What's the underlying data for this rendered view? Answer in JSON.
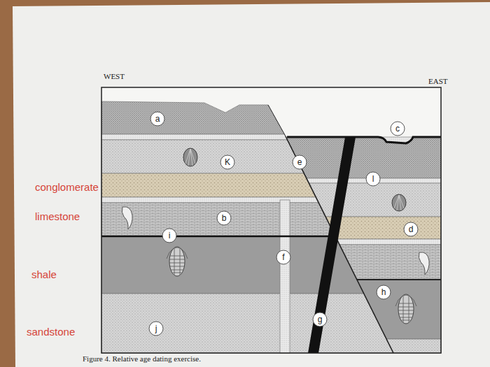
{
  "diagram": {
    "caption": "Figure 4. Relative age dating exercise.",
    "nodes": [
      {
        "text": [
          "a"
        ]
      },
      {
        "text": [
          "c"
        ]
      },
      {
        "text": [
          "K"
        ]
      },
      {
        "text": [
          "e"
        ]
      },
      {
        "text": [
          "l"
        ]
      },
      {
        "text": [
          "b"
        ]
      },
      {
        "text": [
          "d"
        ]
      },
      {
        "text": [
          "i"
        ]
      },
      {
        "text": [
          "f"
        ]
      },
      {
        "text": [
          "h"
        ]
      },
      {
        "text": [
          "g"
        ]
      },
      {
        "text": [
          "j"
        ]
      }
    ],
    "labels": [
      "WEST",
      "EAST",
      "conglomerate",
      "limestone",
      "shale",
      "sandstone"
    ]
  }
}
